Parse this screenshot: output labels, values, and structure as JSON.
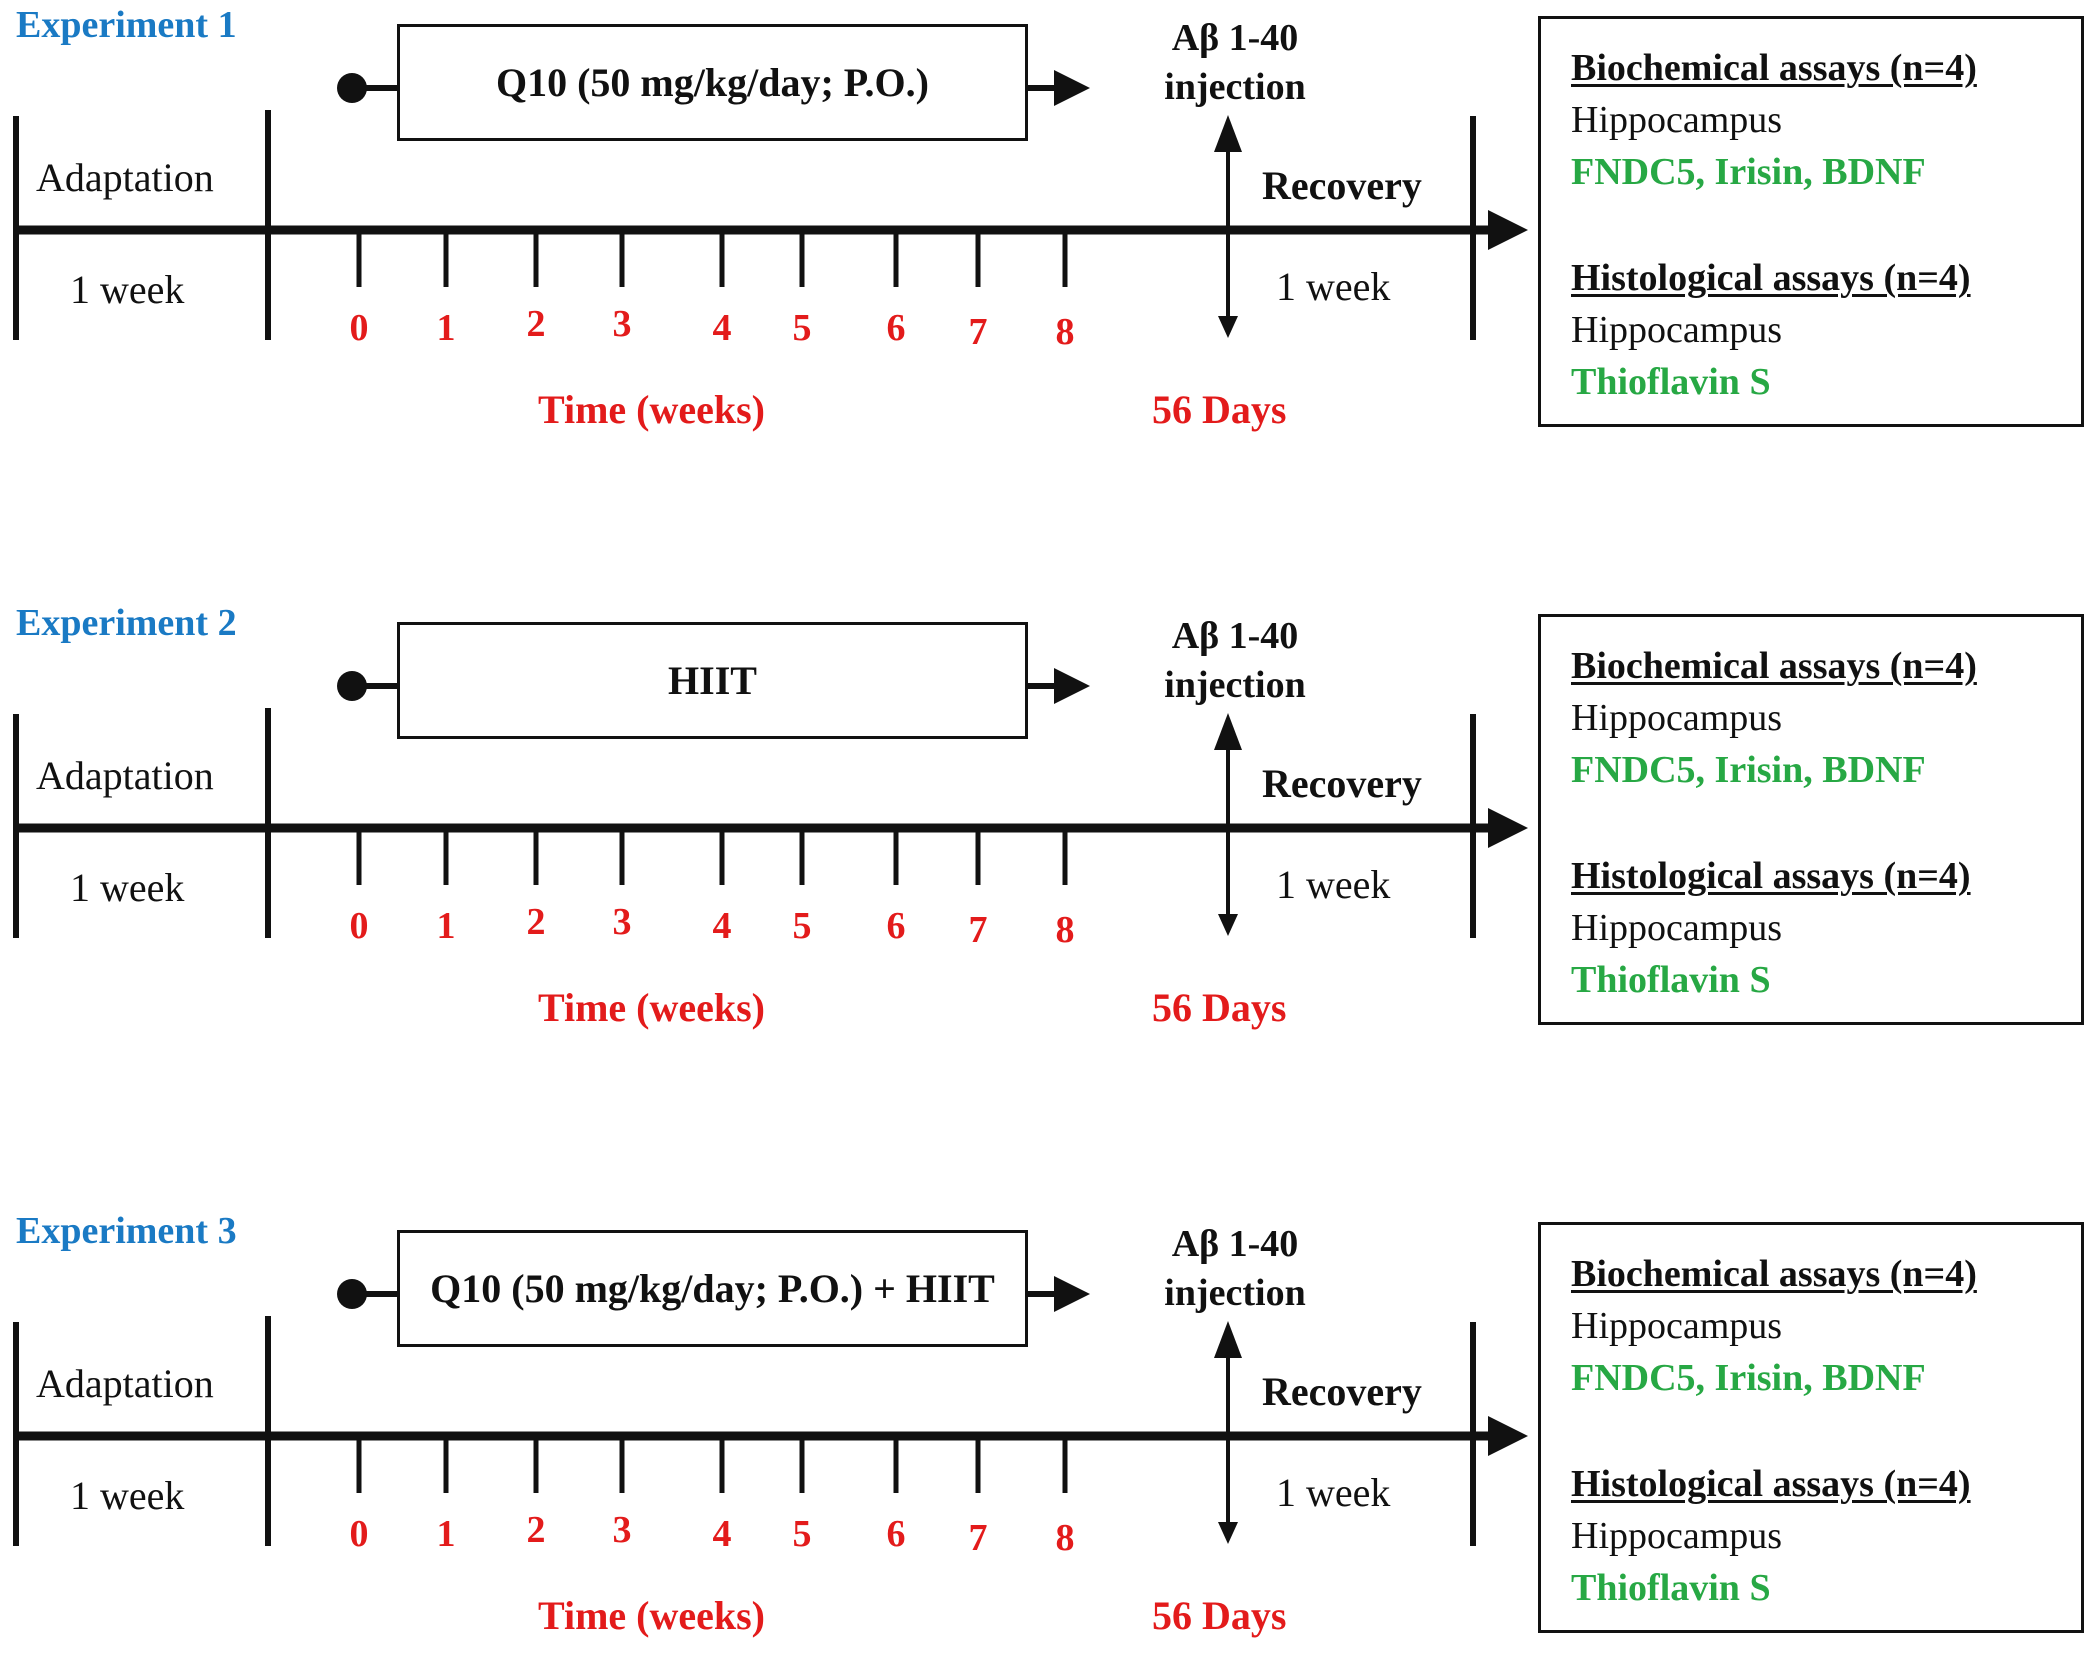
{
  "experiments": [
    {
      "title": "Experiment 1",
      "treatment": "Q10 (50 mg/kg/day; P.O.)",
      "adaptation_label": "Adaptation",
      "adaptation_duration": "1 week",
      "week_ticks": [
        "0",
        "1",
        "2",
        "3",
        "4",
        "5",
        "6",
        "7",
        "8"
      ],
      "time_label": "Time (weeks)",
      "injection_label": "Aβ 1-40 injection",
      "days_label": "56 Days",
      "recovery_label": "Recovery",
      "recovery_duration": "1 week",
      "assays": {
        "biochemical_title": "Biochemical assays (n=4)",
        "biochemical_tissue": "Hippocampus",
        "biochemical_markers": "FNDC5, Irisin, BDNF",
        "histological_title": "Histological assays (n=4)",
        "histological_tissue": "Hippocampus",
        "histological_markers": "Thioflavin S"
      }
    },
    {
      "title": "Experiment 2",
      "treatment": "HIIT",
      "adaptation_label": "Adaptation",
      "adaptation_duration": "1 week",
      "week_ticks": [
        "0",
        "1",
        "2",
        "3",
        "4",
        "5",
        "6",
        "7",
        "8"
      ],
      "time_label": "Time (weeks)",
      "injection_label": "Aβ 1-40 injection",
      "days_label": "56 Days",
      "recovery_label": "Recovery",
      "recovery_duration": "1 week",
      "assays": {
        "biochemical_title": "Biochemical assays (n=4)",
        "biochemical_tissue": "Hippocampus",
        "biochemical_markers": "FNDC5, Irisin, BDNF",
        "histological_title": "Histological assays (n=4)",
        "histological_tissue": "Hippocampus",
        "histological_markers": "Thioflavin S"
      }
    },
    {
      "title": "Experiment 3",
      "treatment": "Q10 (50 mg/kg/day; P.O.) + HIIT",
      "adaptation_label": "Adaptation",
      "adaptation_duration": "1 week",
      "week_ticks": [
        "0",
        "1",
        "2",
        "3",
        "4",
        "5",
        "6",
        "7",
        "8"
      ],
      "time_label": "Time (weeks)",
      "injection_label": "Aβ 1-40 injection",
      "days_label": "56 Days",
      "recovery_label": "Recovery",
      "recovery_duration": "1 week",
      "assays": {
        "biochemical_title": "Biochemical assays (n=4)",
        "biochemical_tissue": "Hippocampus",
        "biochemical_markers": "FNDC5, Irisin, BDNF",
        "histological_title": "Histological assays (n=4)",
        "histological_tissue": "Hippocampus",
        "histological_markers": "Thioflavin S"
      }
    }
  ],
  "colors": {
    "title": "#1a7ac4",
    "time": "#e31b1b",
    "marker": "#27a844",
    "line": "#111111"
  }
}
